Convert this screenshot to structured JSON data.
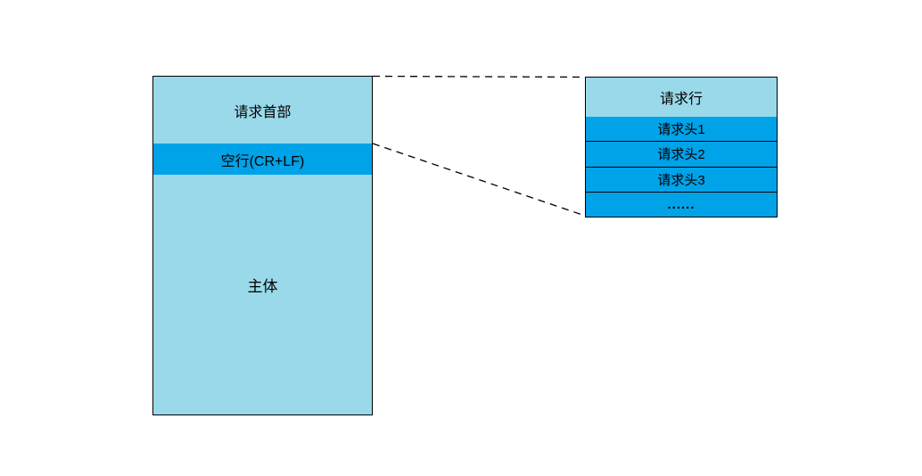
{
  "colors": {
    "light_blue": "#9AD9EA",
    "dark_blue": "#00A2E8",
    "line": "#000000",
    "text": "#000000",
    "background": "#FFFFFF"
  },
  "left_box": {
    "sections": [
      {
        "label": "请求首部"
      },
      {
        "label": "空行(CR+LF)"
      },
      {
        "label": "主体"
      }
    ]
  },
  "right_box": {
    "rows": [
      {
        "label": "请求行"
      },
      {
        "label": "请求头1"
      },
      {
        "label": "请求头2"
      },
      {
        "label": "请求头3"
      },
      {
        "label": "......"
      }
    ]
  }
}
